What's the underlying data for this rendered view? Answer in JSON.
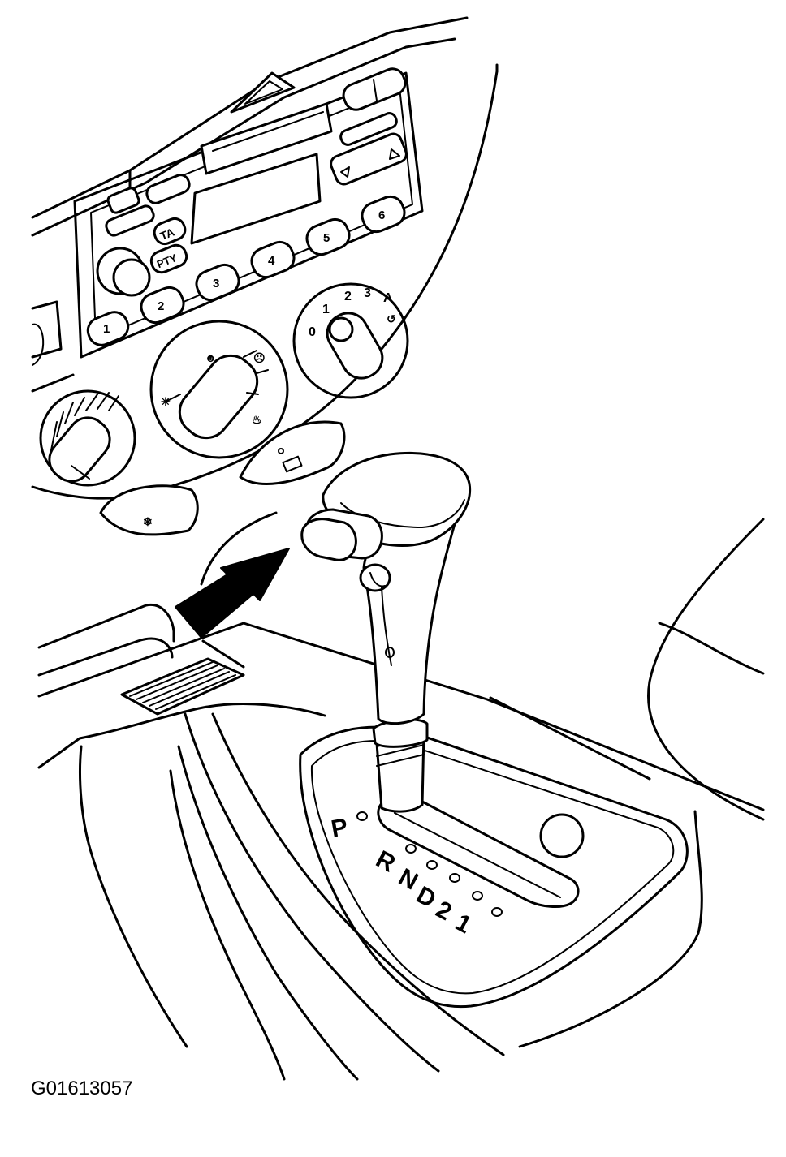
{
  "radio": {
    "ta_label": "TA",
    "pty_label": "PTY",
    "preset_labels": [
      "1",
      "2",
      "3",
      "4",
      "5",
      "6"
    ]
  },
  "heater": {
    "mode_dial_labels": [
      "0",
      "1",
      "2",
      "3",
      "A"
    ]
  },
  "shifter": {
    "gear_labels": [
      "P",
      "R",
      "N",
      "D",
      "2",
      "1"
    ]
  },
  "figure_id": "G01613057"
}
